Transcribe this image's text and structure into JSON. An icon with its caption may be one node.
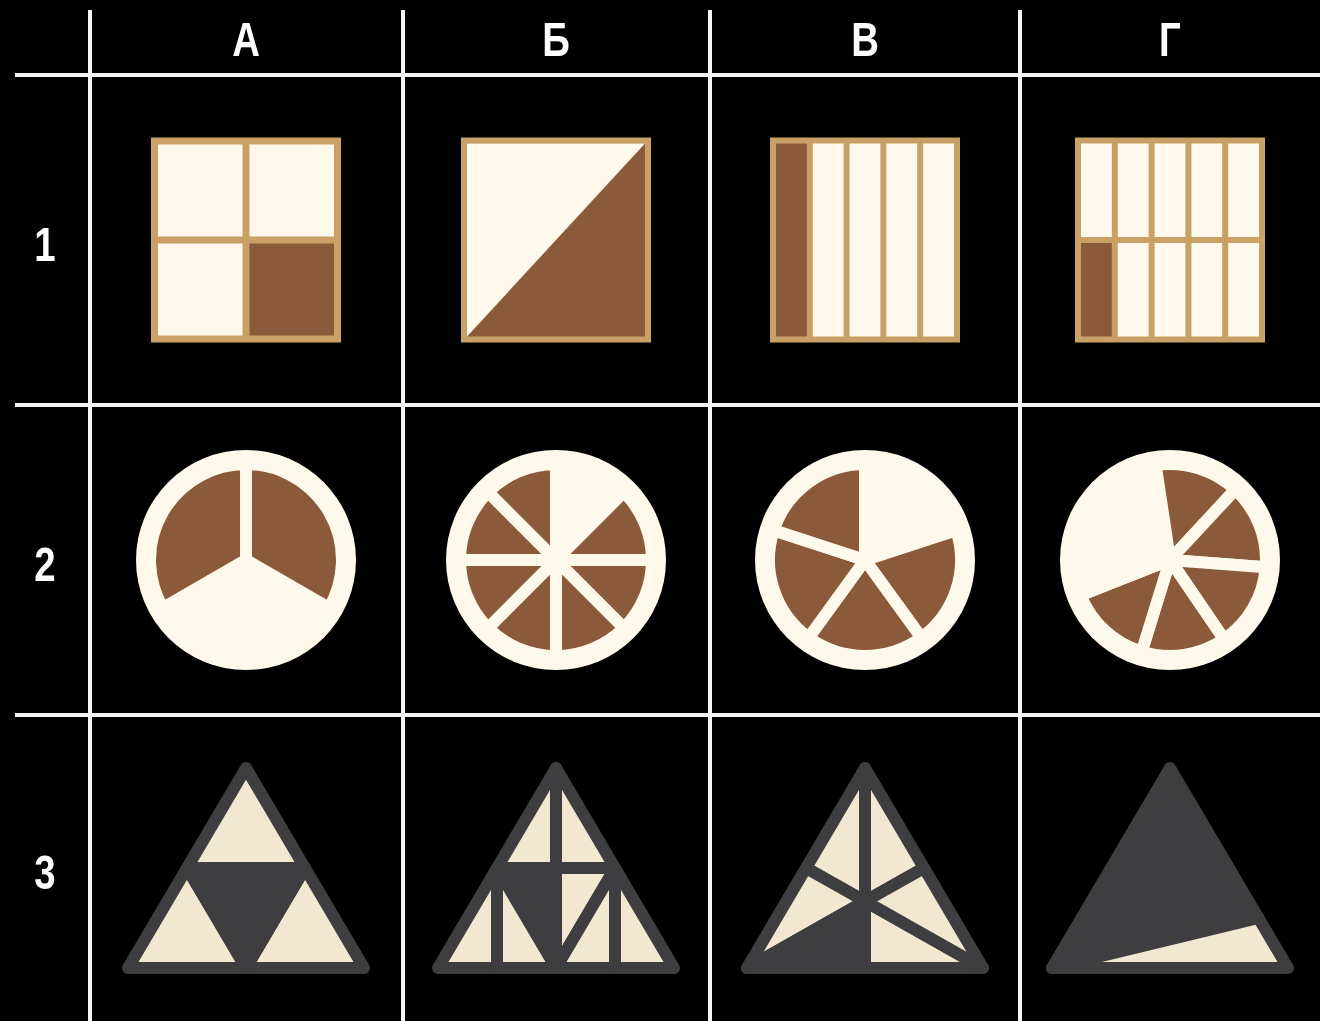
{
  "diagram": {
    "labels": [
      "А",
      "Б",
      "В",
      "Г",
      "1",
      "2",
      "3"
    ]
  }
}
